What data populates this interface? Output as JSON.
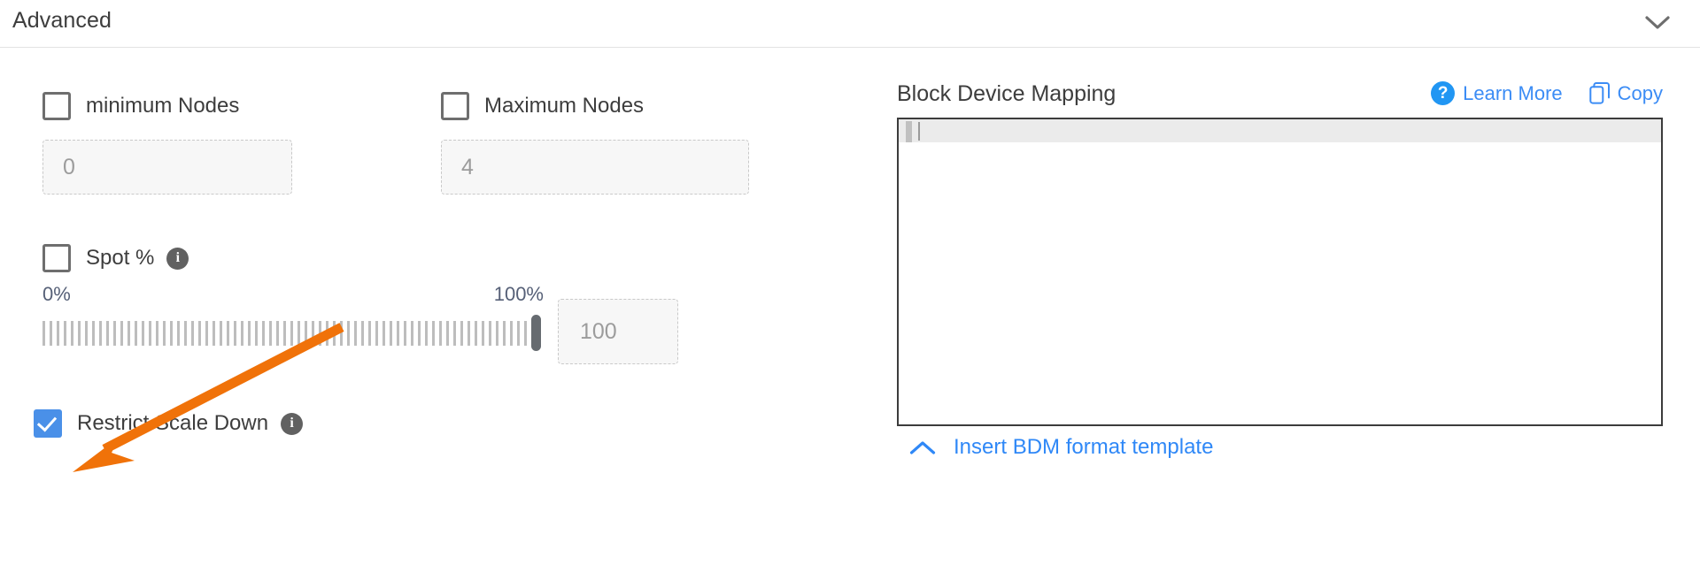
{
  "section": {
    "title": "Advanced",
    "collapse_icon": "chevron-down-icon"
  },
  "left": {
    "min_nodes": {
      "label": "minimum Nodes",
      "checked": false,
      "input_placeholder": "0"
    },
    "max_nodes": {
      "label": "Maximum Nodes",
      "checked": false,
      "input_placeholder": "4"
    },
    "spot_percent": {
      "label": "Spot %",
      "checked": false,
      "info_icon": "info-icon",
      "info_glyph": "i"
    },
    "slider": {
      "min_label": "0%",
      "max_label": "100%",
      "value": 100,
      "input_placeholder": "100"
    },
    "restrict_scale_down": {
      "label": "Restrict Scale Down",
      "checked": true,
      "info_icon": "info-icon",
      "info_glyph": "i"
    }
  },
  "right": {
    "title": "Block Device Mapping",
    "learn_more": {
      "label": "Learn More",
      "icon": "question-circle-icon",
      "glyph": "?"
    },
    "copy": {
      "label": "Copy",
      "icon": "copy-icon"
    },
    "editor": {
      "content": ""
    },
    "footer_link": {
      "label": "Insert BDM format template",
      "icon": "chevron-up-icon"
    }
  },
  "annotation": {
    "color": "#f07209",
    "type": "arrow",
    "points_to": "Restrict Scale Down"
  }
}
